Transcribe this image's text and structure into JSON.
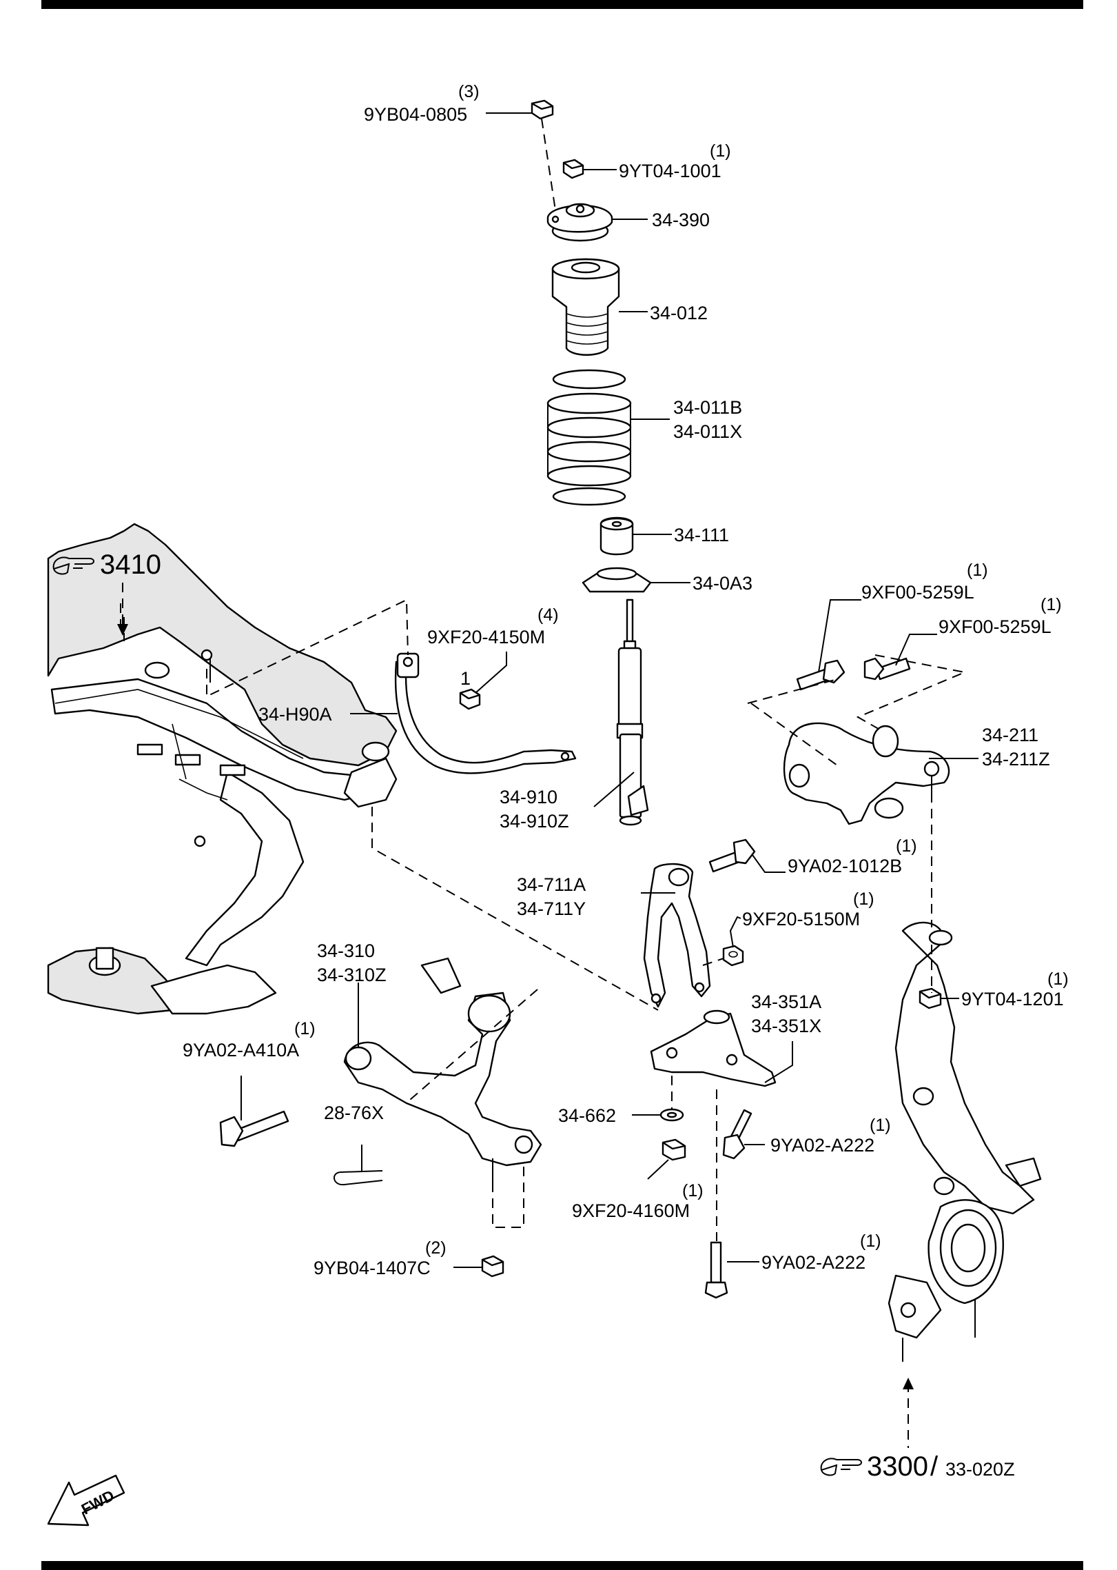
{
  "callouts": {
    "nut_top": {
      "qty": "(3)",
      "code": "9YB04-0805"
    },
    "nut_rod": {
      "qty": "(1)",
      "code": "9YT04-1001"
    },
    "mount": {
      "code": "34-390"
    },
    "boot": {
      "code": "34-012"
    },
    "spring": {
      "code_a": "34-011B",
      "code_b": "34-011X"
    },
    "bump_stop": {
      "code": "34-111"
    },
    "seat": {
      "code": "34-0A3"
    },
    "strut": {
      "code_a": "34-910",
      "code_b": "34-910Z"
    },
    "stab_bar": {
      "code": "34-H90A"
    },
    "stab_nut": {
      "qty": "(4)",
      "code": "9XF20-4150M",
      "sub_qty": "1"
    },
    "bolt_upper_a": {
      "qty": "(1)",
      "code": "9XF00-5259L"
    },
    "bolt_upper_b": {
      "qty": "(1)",
      "code": "9XF00-5259L"
    },
    "upper_arm": {
      "code_a": "34-211",
      "code_b": "34-211Z"
    },
    "fork": {
      "code_a": "34-711A",
      "code_b": "34-711Y"
    },
    "fork_bolt": {
      "qty": "(1)",
      "code": "9YA02-1012B"
    },
    "fork_nut": {
      "qty": "(1)",
      "code": "9XF20-5150M"
    },
    "knuckle_nut": {
      "qty": "(1)",
      "code": "9YT04-1201"
    },
    "lower_arm": {
      "code_a": "34-310",
      "code_b": "34-310Z"
    },
    "lower_bolt": {
      "qty": "(1)",
      "code": "9YA02-A410A"
    },
    "cotter": {
      "code": "28-76X"
    },
    "lower_nut": {
      "qty": "(2)",
      "code": "9YB04-1407C"
    },
    "bracket": {
      "code_a": "34-351A",
      "code_b": "34-351X"
    },
    "washer": {
      "code": "34-662"
    },
    "bracket_nut": {
      "qty": "(1)",
      "code": "9XF20-4160M"
    },
    "bracket_bolt_a": {
      "qty": "(1)",
      "code": "9YA02-A222"
    },
    "bracket_bolt_b": {
      "qty": "(1)",
      "code": "9YA02-A222"
    }
  },
  "references": {
    "crossmember": {
      "icon": "pointing-hand-icon",
      "code": "3410"
    },
    "knuckle": {
      "icon": "pointing-hand-icon",
      "code": "3300",
      "sep": "/",
      "alt": "33-020Z"
    }
  },
  "fwd_indicator": {
    "label": "FWD"
  }
}
